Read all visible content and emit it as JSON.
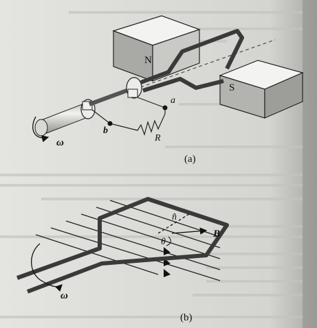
{
  "figure_a": {
    "magnet_north": "N",
    "magnet_south": "S",
    "terminal_a": "a",
    "terminal_b": "b",
    "resistor": "R",
    "angular_velocity": "ω",
    "caption": "(a)"
  },
  "figure_b": {
    "normal_vector": "n̂",
    "field_vector": "B",
    "angle": "θ",
    "angular_velocity": "ω",
    "caption": "(b)"
  }
}
